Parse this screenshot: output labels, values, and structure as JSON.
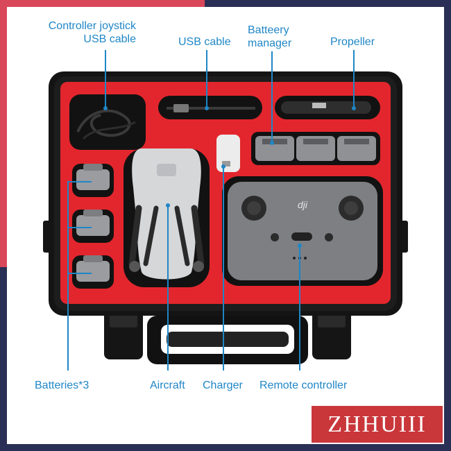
{
  "labels": {
    "controller_joystick_line1": "Controller joystick",
    "controller_joystick_line2": "USB cable",
    "usb_cable": "USB cable",
    "battery_manager_line1": "Batteery",
    "battery_manager_line2": "manager",
    "propeller": "Propeller",
    "batteries": "Batteries*3",
    "aircraft": "Aircraft",
    "charger": "Charger",
    "remote_controller": "Remote controller"
  },
  "brand": "ZHHUIII",
  "remote_logo": "dji",
  "colors": {
    "label_blue": "#1f86c6",
    "foam_red": "#e3262d",
    "case_black": "#141414",
    "frame_red": "#d9485a",
    "frame_navy": "#2a2f55",
    "brand_bg": "#c9373b"
  }
}
